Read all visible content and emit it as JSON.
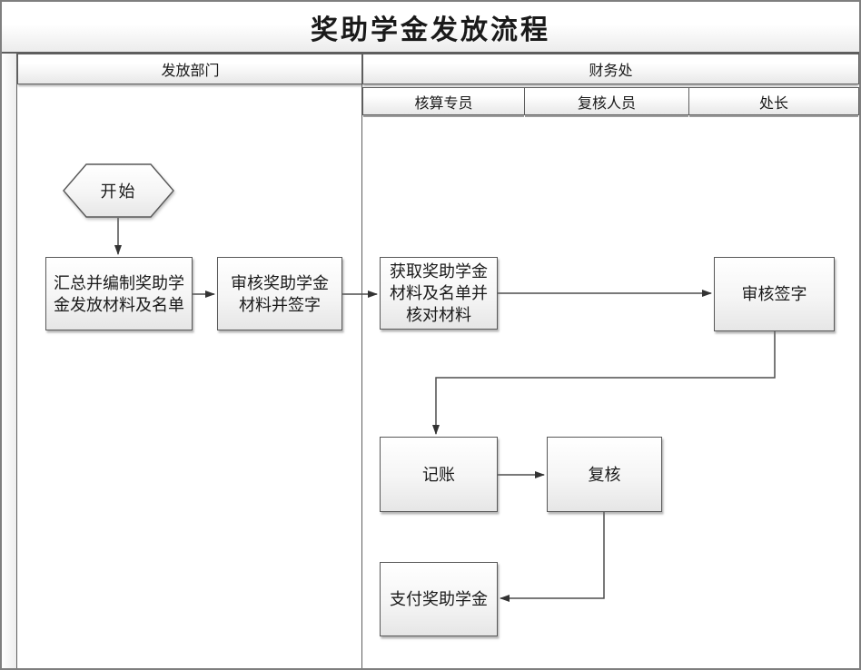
{
  "title": "奖助学金发放流程",
  "lanes": {
    "left": {
      "label": "发放部门"
    },
    "right": {
      "label": "财务处",
      "sublanes": [
        {
          "label": "核算专员"
        },
        {
          "label": "复核人员"
        },
        {
          "label": "处长"
        }
      ]
    }
  },
  "nodes": {
    "start": {
      "shape": "hexagon",
      "label": "开始",
      "lane": "发放部门"
    },
    "compile": {
      "shape": "process",
      "label": "汇总并编制奖助学\n金发放材料及名单",
      "lane": "发放部门"
    },
    "review_sign": {
      "shape": "process",
      "label": "审核奖助学金\n材料并签字",
      "lane": "发放部门"
    },
    "obtain": {
      "shape": "process",
      "label": "获取奖助学金\n材料及名单并\n核对材料",
      "lane": "核算专员"
    },
    "audit_sign": {
      "shape": "process",
      "label": "审核签字",
      "lane": "处长"
    },
    "bookkeeping": {
      "shape": "process",
      "label": "记账",
      "lane": "核算专员"
    },
    "recheck": {
      "shape": "process",
      "label": "复核",
      "lane": "复核人员"
    },
    "pay": {
      "shape": "process",
      "label": "支付奖助学金",
      "lane": "核算专员"
    }
  },
  "edges": [
    {
      "from": "start",
      "to": "compile"
    },
    {
      "from": "compile",
      "to": "review_sign"
    },
    {
      "from": "review_sign",
      "to": "obtain"
    },
    {
      "from": "obtain",
      "to": "audit_sign"
    },
    {
      "from": "audit_sign",
      "to": "bookkeeping"
    },
    {
      "from": "bookkeeping",
      "to": "recheck"
    },
    {
      "from": "recheck",
      "to": "pay"
    }
  ],
  "colors": {
    "page_border": "#7f7f7f",
    "line": "#5e5e5e",
    "node_border": "#595959",
    "node_fill_top": "#ffffff",
    "node_fill_bottom": "#e6e6e6",
    "connector": "#4d4d4d",
    "text": "#1a1a1a"
  }
}
